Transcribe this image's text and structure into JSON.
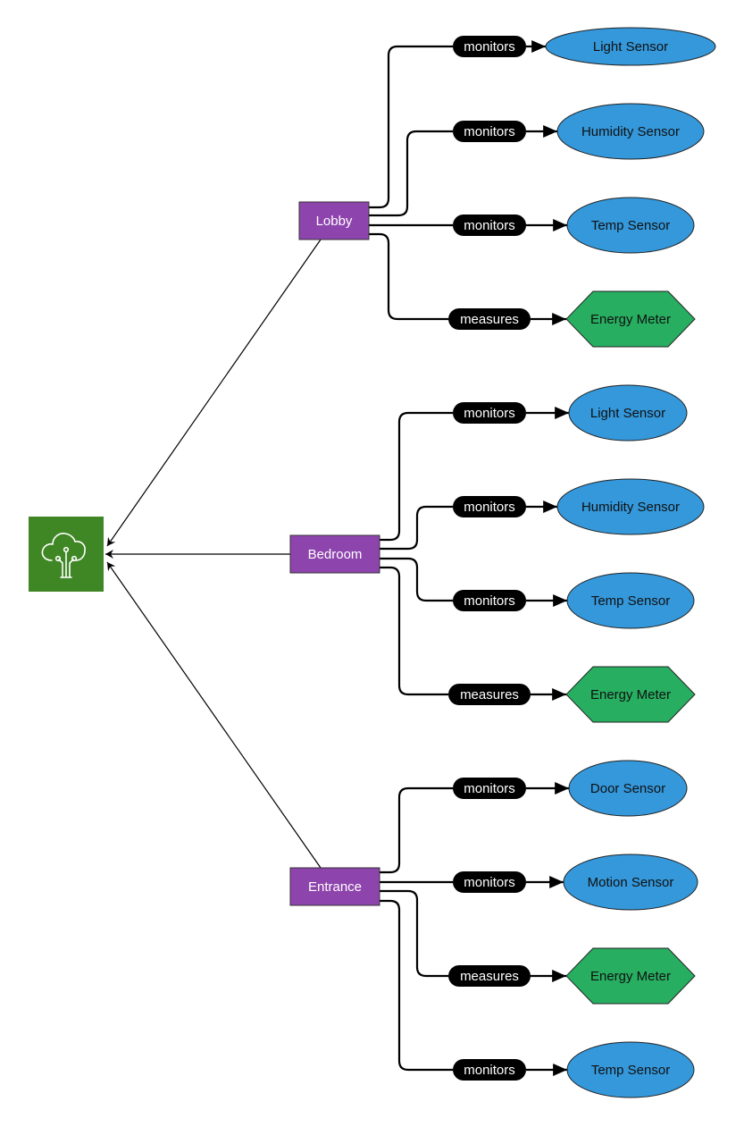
{
  "diagram": {
    "hub": {
      "icon": "iot-cloud-icon",
      "color": "#3f8624"
    },
    "colors": {
      "room": "#8e44ad",
      "room_border": "#333333",
      "sensor": "#3498db",
      "meter": "#27ae60",
      "pill": "#000000",
      "edge": "#000000"
    },
    "rooms": [
      {
        "label": "Lobby",
        "devices": [
          {
            "relation": "monitors",
            "label": "Light Sensor",
            "kind": "sensor"
          },
          {
            "relation": "monitors",
            "label": "Humidity Sensor",
            "kind": "sensor"
          },
          {
            "relation": "monitors",
            "label": "Temp Sensor",
            "kind": "sensor"
          },
          {
            "relation": "measures",
            "label": "Energy Meter",
            "kind": "meter"
          }
        ]
      },
      {
        "label": "Bedroom",
        "devices": [
          {
            "relation": "monitors",
            "label": "Light Sensor",
            "kind": "sensor"
          },
          {
            "relation": "monitors",
            "label": "Humidity Sensor",
            "kind": "sensor"
          },
          {
            "relation": "monitors",
            "label": "Temp Sensor",
            "kind": "sensor"
          },
          {
            "relation": "measures",
            "label": "Energy Meter",
            "kind": "meter"
          }
        ]
      },
      {
        "label": "Entrance",
        "devices": [
          {
            "relation": "monitors",
            "label": "Door Sensor",
            "kind": "sensor"
          },
          {
            "relation": "monitors",
            "label": "Motion Sensor",
            "kind": "sensor"
          },
          {
            "relation": "measures",
            "label": "Energy Meter",
            "kind": "meter"
          },
          {
            "relation": "monitors",
            "label": "Temp Sensor",
            "kind": "sensor"
          }
        ]
      }
    ]
  }
}
